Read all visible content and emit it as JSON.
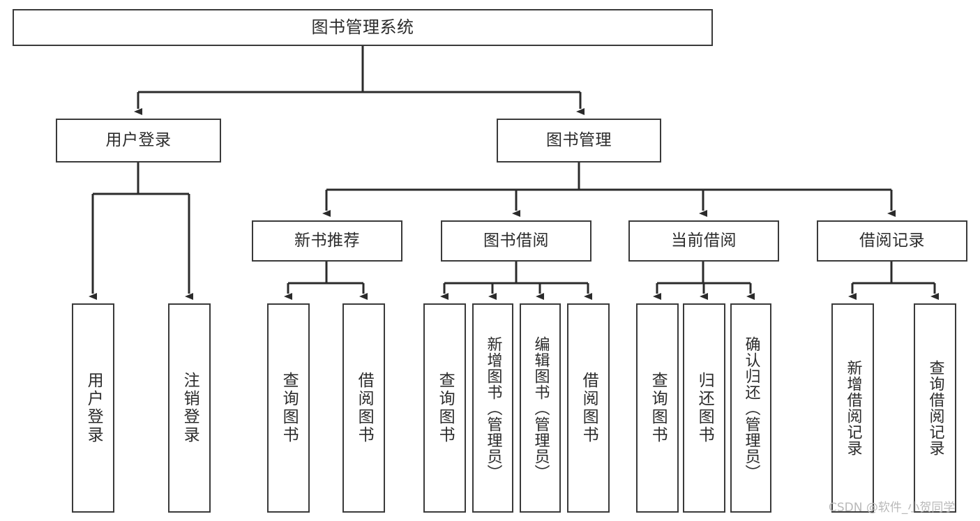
{
  "diagram": {
    "type": "tree",
    "title": "图书管理系统",
    "orientation": "top-down",
    "colors": {
      "box_border": "#3a3a3a",
      "box_fill": "#ffffff",
      "connector": "#2b2b2b",
      "background": "#ffffff",
      "watermark": "#b9b9b9"
    }
  },
  "nodes": {
    "root": {
      "label": "图书管理系统"
    },
    "level1": [
      {
        "id": "user-login",
        "label": "用户登录"
      },
      {
        "id": "book-management",
        "label": "图书管理"
      }
    ],
    "level2": [
      {
        "id": "new-book-recommend",
        "label": "新书推荐"
      },
      {
        "id": "book-borrow",
        "label": "图书借阅"
      },
      {
        "id": "current-borrow",
        "label": "当前借阅"
      },
      {
        "id": "borrow-record",
        "label": "借阅记录"
      }
    ],
    "leaves": [
      {
        "id": "leaf-user-login",
        "label": "用户登录",
        "parent": "user-login"
      },
      {
        "id": "leaf-user-logout",
        "label": "注销登录",
        "parent": "user-login"
      },
      {
        "id": "leaf-query-book-1",
        "label": "查询图书",
        "parent": "new-book-recommend"
      },
      {
        "id": "leaf-borrow-book-1",
        "label": "借阅图书",
        "parent": "new-book-recommend"
      },
      {
        "id": "leaf-query-book-2",
        "label": "查询图书",
        "parent": "book-borrow"
      },
      {
        "id": "leaf-add-book",
        "label": "新增图书（管理员）",
        "parent": "book-borrow"
      },
      {
        "id": "leaf-edit-book",
        "label": "编辑图书（管理员）",
        "parent": "book-borrow"
      },
      {
        "id": "leaf-borrow-book-2",
        "label": "借阅图书",
        "parent": "book-borrow"
      },
      {
        "id": "leaf-query-book-3",
        "label": "查询图书",
        "parent": "current-borrow"
      },
      {
        "id": "leaf-return-book",
        "label": "归还图书",
        "parent": "current-borrow"
      },
      {
        "id": "leaf-confirm-return",
        "label": "确认归还（管理员）",
        "parent": "current-borrow"
      },
      {
        "id": "leaf-add-record",
        "label": "新增借阅记录",
        "parent": "borrow-record"
      },
      {
        "id": "leaf-query-record",
        "label": "查询借阅记录",
        "parent": "borrow-record"
      }
    ]
  },
  "watermark": {
    "text": "CSDN @软件_小贺同学"
  }
}
